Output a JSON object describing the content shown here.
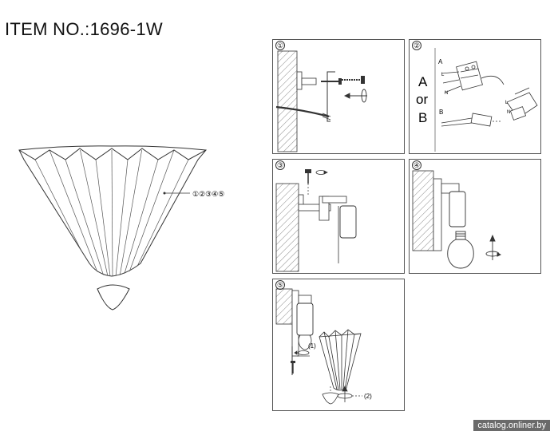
{
  "title": "ITEM NO.:1696-1W",
  "overview": {
    "callout": "①②③④⑤"
  },
  "panels": [
    {
      "num": "①"
    },
    {
      "num": "②",
      "a": "A",
      "or": "or",
      "b": "B",
      "wire_a": "A",
      "wire_l": "L",
      "wire_n": "N",
      "wire_b": "B",
      "wire_l2": "L",
      "wire_n2": "N"
    },
    {
      "num": "③"
    },
    {
      "num": "④"
    },
    {
      "num": "⑤",
      "step1": "(1)",
      "step2": "(2)"
    }
  ],
  "watermark": "catalog.onliner.by"
}
